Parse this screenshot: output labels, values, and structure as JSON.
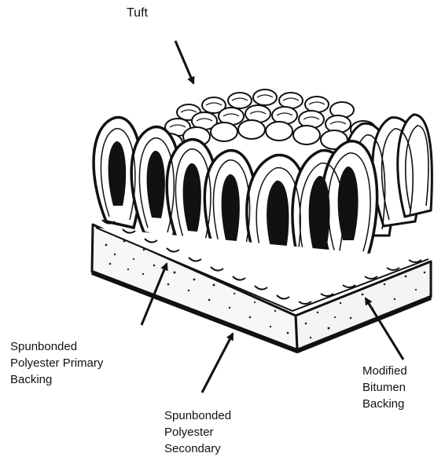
{
  "labels": {
    "tuft": "Tuft",
    "primary_backing": [
      "Spunbonded",
      "Polyester Primary",
      "Backing"
    ],
    "secondary_backing": [
      "Spunbonded",
      "Polyester",
      "Secondary"
    ],
    "bitumen_backing": [
      "Modified",
      "Bitumen",
      "Backing"
    ]
  },
  "colors": {
    "ink": "#111111",
    "backing_fill": "#f2f2f2",
    "paper": "#ffffff"
  }
}
